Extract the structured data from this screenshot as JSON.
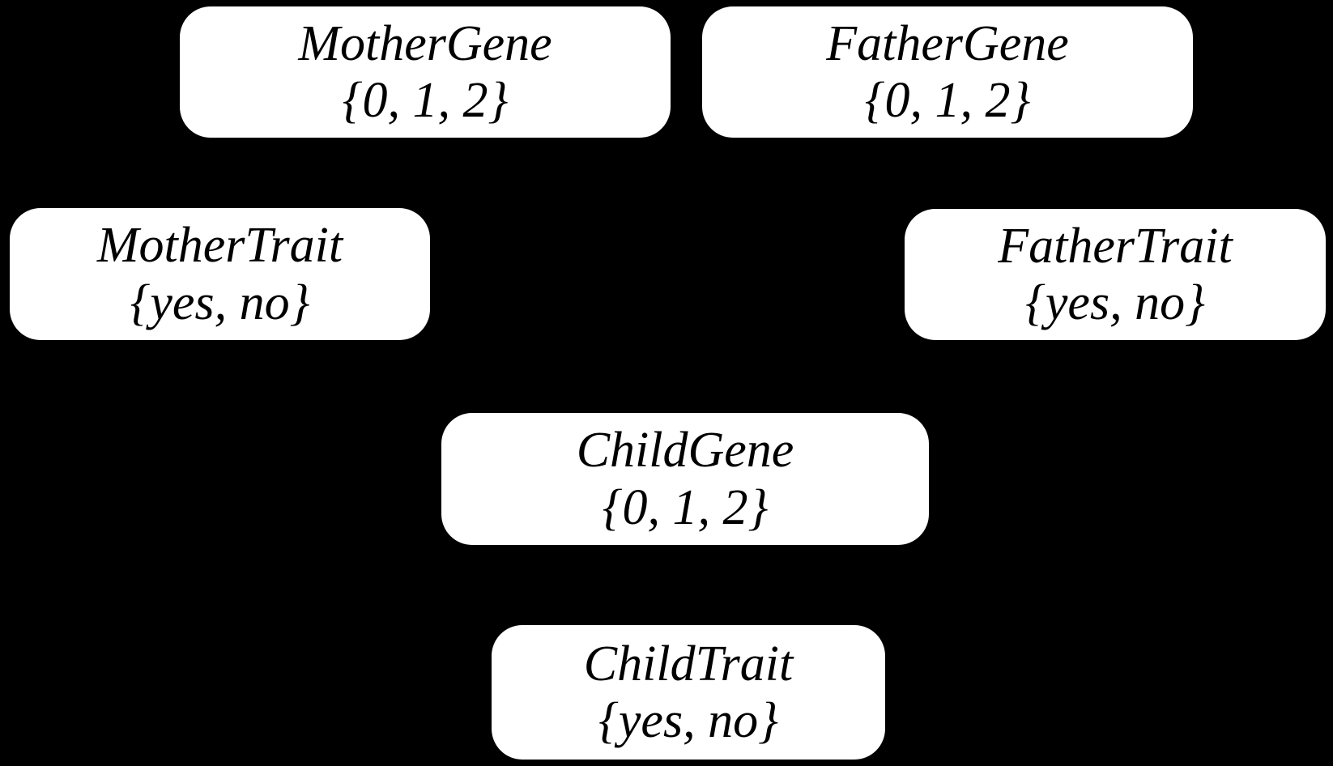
{
  "diagram": {
    "type": "bayesian-network",
    "background_color": "#000000",
    "node_fill": "#ffffff",
    "node_text_color": "#000000"
  },
  "nodes": [
    {
      "id": "mother-gene",
      "label": "MotherGene",
      "domain": "{0, 1, 2}"
    },
    {
      "id": "father-gene",
      "label": "FatherGene",
      "domain": "{0, 1, 2}"
    },
    {
      "id": "mother-trait",
      "label": "MotherTrait",
      "domain": "{yes, no}"
    },
    {
      "id": "father-trait",
      "label": "FatherTrait",
      "domain": "{yes, no}"
    },
    {
      "id": "child-gene",
      "label": "ChildGene",
      "domain": "{0, 1, 2}"
    },
    {
      "id": "child-trait",
      "label": "ChildTrait",
      "domain": "{yes, no}"
    }
  ]
}
